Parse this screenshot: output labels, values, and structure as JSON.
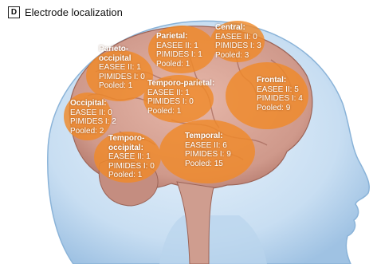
{
  "panel": {
    "label": "D",
    "title": "Electrode localization"
  },
  "colors": {
    "highlight": "#f08a2a",
    "brain": "#d9a79a",
    "head": "#a9cbe8"
  },
  "regions": {
    "parietal": {
      "name": "Parietal:",
      "easee": "EASEE II: 1",
      "pimides": "PIMIDES I: 1",
      "pooled": "Pooled: 1"
    },
    "central": {
      "name": "Central:",
      "easee": "EASEE II: 0",
      "pimides": "PIMIDES I: 3",
      "pooled": "Pooled: 3"
    },
    "parieto_occipital": {
      "name1": "Parieto-",
      "name2": "occipital",
      "easee": "EASEE II: 1",
      "pimides": "PIMIDES I: 0",
      "pooled": "Pooled: 1"
    },
    "temporo_parietal": {
      "name": "Temporo-parietal:",
      "easee": "EASEE II: 1",
      "pimides": "PIMIDES I: 0",
      "pooled": "Pooled: 1"
    },
    "frontal": {
      "name": "Frontal:",
      "easee": "EASEE II: 5",
      "pimides": "PIMIDES I: 4",
      "pooled": "Pooled: 9"
    },
    "occipital": {
      "name": "Occipital:",
      "easee": "EASEE II: 0",
      "pimides": "PIMIDES I: 2",
      "pooled": "Pooled: 2"
    },
    "temporo_occipital": {
      "name1": "Temporo-",
      "name2": "occipital:",
      "easee": "EASEE II: 1",
      "pimides": "PIMIDES I: 0",
      "pooled": "Pooled: 1"
    },
    "temporal": {
      "name": "Temporal:",
      "easee": "EASEE II: 6",
      "pimides": "PIMIDES I: 9",
      "pooled": "Pooled: 15"
    }
  }
}
